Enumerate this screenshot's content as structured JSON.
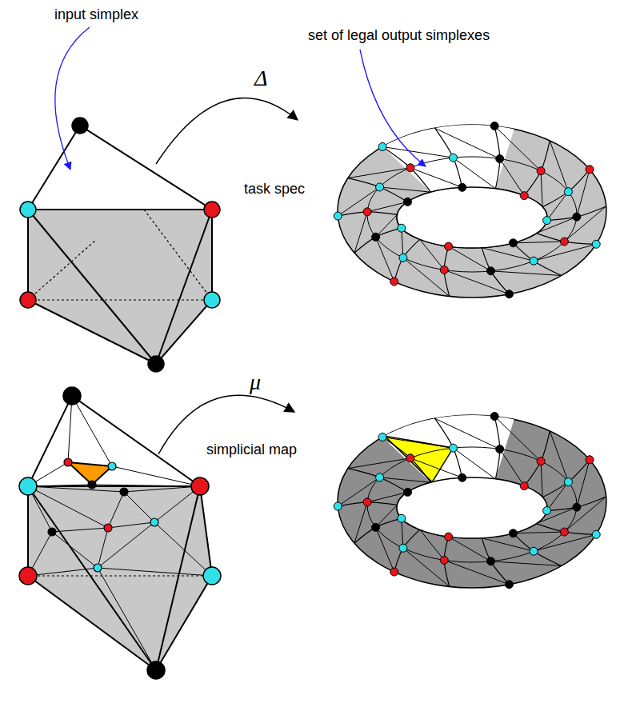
{
  "diagram": {
    "labels": [
      "input simplex",
      "set of legal output simplexes",
      "Δ",
      "task spec",
      "μ",
      "simplicial map"
    ]
  }
}
